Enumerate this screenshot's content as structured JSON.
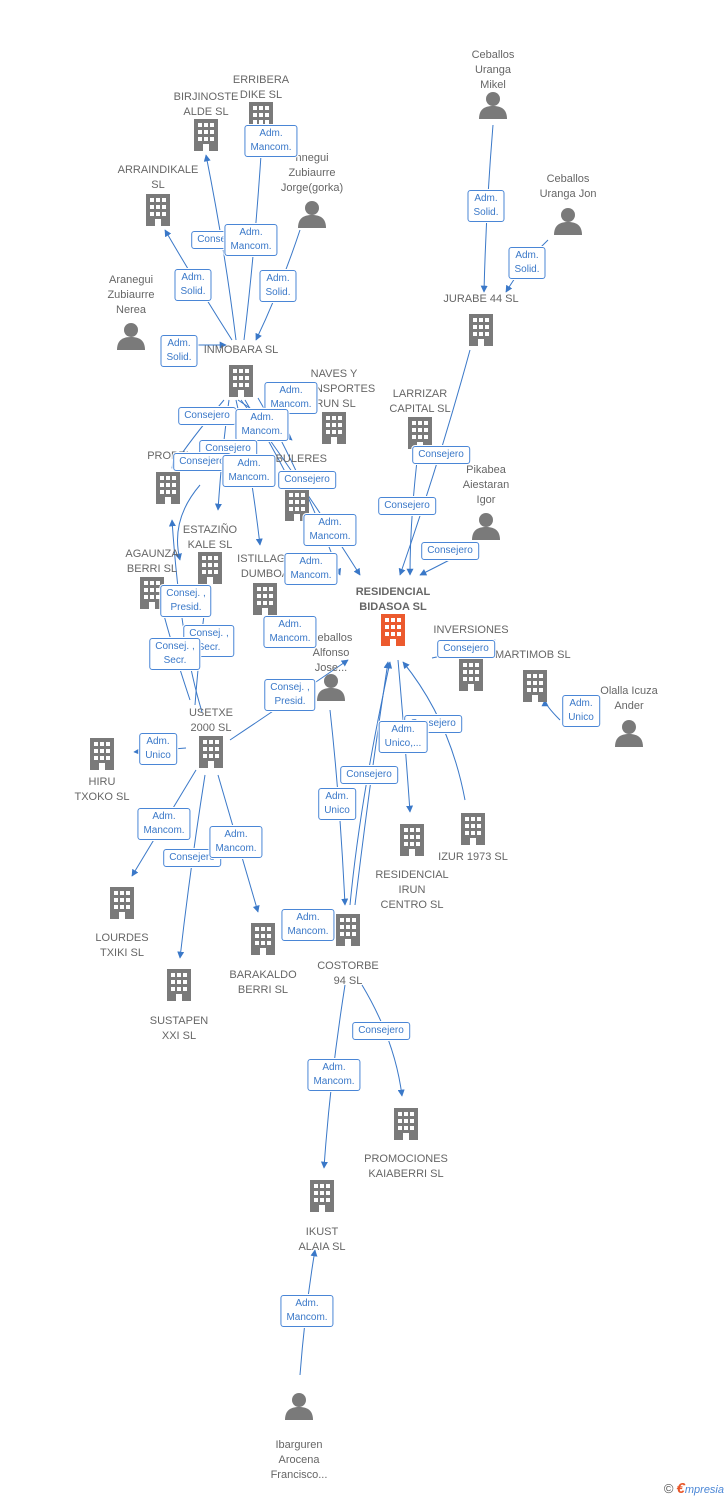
{
  "colors": {
    "edge": "#3a78c8",
    "node": "#7a7a7a",
    "main": "#ec5a2e",
    "badge_border": "#4a86d6"
  },
  "nodes": [
    {
      "id": "residencial_bidasoa",
      "label": "RESIDENCIAL\nBIDASOA  SL",
      "kind": "main"
    },
    {
      "id": "birjinoste",
      "label": "BIRJINOSTE\nALDE  SL",
      "kind": "company"
    },
    {
      "id": "erribera",
      "label": "ERRIBERA\nDIKE  SL",
      "kind": "company"
    },
    {
      "id": "arraindikale",
      "label": "ARRAINDIKALE\nSL",
      "kind": "company"
    },
    {
      "id": "aranegui_jorge",
      "label": "nnegui\nZubiaurre\nJorge(gorka)",
      "kind": "person"
    },
    {
      "id": "aranegui_nerea",
      "label": "Aranegui\nZubiaurre\nNerea",
      "kind": "person"
    },
    {
      "id": "inmobara",
      "label": "INMOBARA SL",
      "kind": "company"
    },
    {
      "id": "naves",
      "label": "NAVES Y\nTRANSPORTES\nIRUN  SL",
      "kind": "company"
    },
    {
      "id": "ceballos_mikel",
      "label": "Ceballos\nUranga\nMikel",
      "kind": "person"
    },
    {
      "id": "ceballos_jon",
      "label": "Ceballos\nUranga Jon",
      "kind": "person"
    },
    {
      "id": "jurabe",
      "label": "JURABE 44 SL",
      "kind": "company"
    },
    {
      "id": "larrizar",
      "label": "LARRIZAR\nCAPITAL  SL",
      "kind": "company"
    },
    {
      "id": "pikabea",
      "label": "Pikabea\nAiestaran\nIgor",
      "kind": "person"
    },
    {
      "id": "probei",
      "label": "PROBEI",
      "kind": "company"
    },
    {
      "id": "obuleres",
      "label": "OBULERES",
      "kind": "company"
    },
    {
      "id": "estazino",
      "label": "ESTAZIÑO\nKALE  SL",
      "kind": "company"
    },
    {
      "id": "agaunza",
      "label": "AGAUNZA\nBERRI  SL",
      "kind": "company"
    },
    {
      "id": "istillaga",
      "label": "ISTILLAGA\nDUMBOA",
      "kind": "company"
    },
    {
      "id": "ceballos_alfonso",
      "label": "Ceballos\nAlfonso\nJose...",
      "kind": "person"
    },
    {
      "id": "inversiones",
      "label": "INVERSIONES",
      "kind": "company"
    },
    {
      "id": "martimob",
      "label": "MARTIMOB SL",
      "kind": "company"
    },
    {
      "id": "olalla",
      "label": "Olalla Icuza\nAnder",
      "kind": "person"
    },
    {
      "id": "usetxe",
      "label": "USETXE\n2000 SL",
      "kind": "company"
    },
    {
      "id": "hiru",
      "label": "HIRU\nTXOKO SL",
      "kind": "company"
    },
    {
      "id": "residencial_irun",
      "label": "RESIDENCIAL\nIRUN\nCENTRO  SL",
      "kind": "company"
    },
    {
      "id": "izur",
      "label": "IZUR 1973  SL",
      "kind": "company"
    },
    {
      "id": "lourdes",
      "label": "LOURDES\nTXIKI  SL",
      "kind": "company"
    },
    {
      "id": "barakaldo",
      "label": "BARAKALDO\nBERRI  SL",
      "kind": "company"
    },
    {
      "id": "costorbe",
      "label": "COSTORBE\n94 SL",
      "kind": "company"
    },
    {
      "id": "sustapen",
      "label": "SUSTAPEN\nXXI  SL",
      "kind": "company"
    },
    {
      "id": "promociones",
      "label": "PROMOCIONES\nKAIABERRI  SL",
      "kind": "company"
    },
    {
      "id": "ikust",
      "label": "IKUST\nALAIA  SL",
      "kind": "company"
    },
    {
      "id": "ibarguren",
      "label": "Ibarguren\nArocena\nFrancisco...",
      "kind": "person"
    }
  ],
  "badges": [
    {
      "id": "b1",
      "text": "Adm.\nMancom."
    },
    {
      "id": "b2",
      "text": "Consejero"
    },
    {
      "id": "b3",
      "text": "Adm.\nMancom."
    },
    {
      "id": "b4",
      "text": "Adm.\nSolid."
    },
    {
      "id": "b5",
      "text": "Adm.\nSolid."
    },
    {
      "id": "b6",
      "text": "Adm.\nSolid."
    },
    {
      "id": "b7",
      "text": "Adm.\nSolid."
    },
    {
      "id": "b8",
      "text": "Adm.\nSolid."
    },
    {
      "id": "b9",
      "text": "Adm.\nMancom."
    },
    {
      "id": "b10",
      "text": "Consejero"
    },
    {
      "id": "b11",
      "text": "Adm.\nMancom."
    },
    {
      "id": "b12",
      "text": "Consejero"
    },
    {
      "id": "b13",
      "text": "Consejero"
    },
    {
      "id": "b14",
      "text": "Adm.\nMancom."
    },
    {
      "id": "b15",
      "text": "Consejero"
    },
    {
      "id": "b16",
      "text": "Consejero"
    },
    {
      "id": "b17",
      "text": "Consejero"
    },
    {
      "id": "b18",
      "text": "Consejero"
    },
    {
      "id": "b19",
      "text": "Adm.\nMancom."
    },
    {
      "id": "b20",
      "text": "Adm.\nMancom."
    },
    {
      "id": "b21",
      "text": "Consej. ,\nPresid."
    },
    {
      "id": "b22",
      "text": "Consej. ,\nSecr."
    },
    {
      "id": "b23",
      "text": "Consej. ,\nSecr."
    },
    {
      "id": "b24",
      "text": "Adm.\nMancom."
    },
    {
      "id": "b25",
      "text": "Consejero"
    },
    {
      "id": "b26",
      "text": "Consej. ,\nPresid."
    },
    {
      "id": "b27",
      "text": "Adm.\nUnico"
    },
    {
      "id": "b28",
      "text": "Adm.\nUnico"
    },
    {
      "id": "b29",
      "text": "Consejero"
    },
    {
      "id": "b30",
      "text": "Adm.\nUnico,..."
    },
    {
      "id": "b31",
      "text": "Consejero"
    },
    {
      "id": "b32",
      "text": "Adm.\nUnico"
    },
    {
      "id": "b33",
      "text": "Adm.\nMancom."
    },
    {
      "id": "b34",
      "text": "Consejero"
    },
    {
      "id": "b35",
      "text": "Adm.\nMancom."
    },
    {
      "id": "b36",
      "text": "Adm.\nMancom."
    },
    {
      "id": "b37",
      "text": "Consejero"
    },
    {
      "id": "b38",
      "text": "Adm.\nMancom."
    },
    {
      "id": "b39",
      "text": "Adm.\nMancom."
    }
  ],
  "footer": {
    "copyright": "©",
    "brand_e": "€",
    "brand_rest": "mpresia"
  }
}
